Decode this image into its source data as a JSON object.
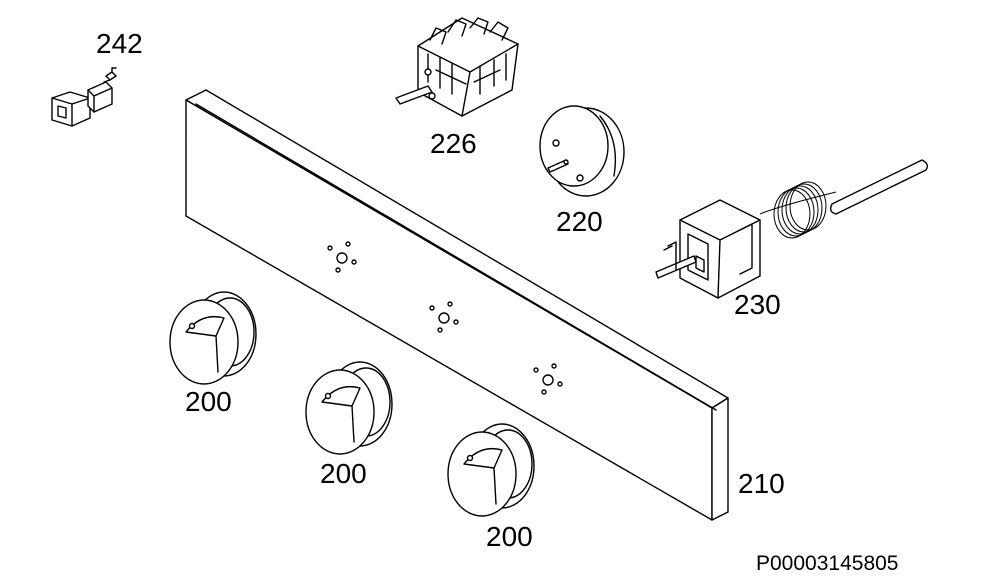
{
  "parts": {
    "indicator_lamp": "242",
    "selector_switch": "226",
    "timer_knob": "220",
    "thermostat": "230",
    "knob_1": "200",
    "knob_2": "200",
    "knob_3": "200",
    "control_panel": "210"
  },
  "drawing_code": "P00003145805"
}
